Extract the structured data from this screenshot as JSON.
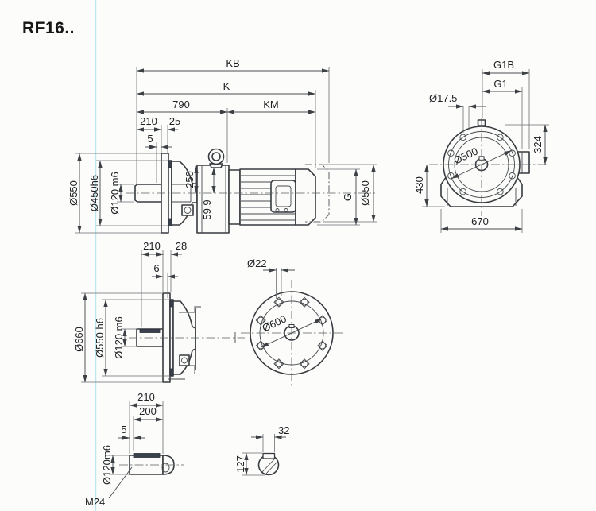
{
  "title": "RF16..",
  "colors": {
    "line": "#383b40",
    "dimension": "#4a4d52",
    "text": "#1d1f23",
    "accent_dark": "#39404e",
    "scan_line": "#8fd6e6",
    "background": "#fcfcfa"
  },
  "views": {
    "main": {
      "dims": {
        "kb": "KB",
        "k": "K",
        "len790": "790",
        "km": "KM",
        "len210": "210",
        "len25": "25",
        "len5": "5",
        "dia550L": "Ø550",
        "dia450": "Ø450h6",
        "dia120": "Ø120 m6",
        "len250": "250",
        "len59_9": "59.9",
        "g": "G",
        "dia550R": "Ø550"
      }
    },
    "rear": {
      "dims": {
        "g1b": "G1B",
        "g1": "G1",
        "dia17_5": "Ø17.5",
        "len324": "324",
        "len430": "430",
        "len670": "670",
        "dia500": "Ø500"
      }
    },
    "flange": {
      "dims": {
        "len210": "210",
        "len28": "28",
        "len6": "6",
        "dia660": "Ø660",
        "dia550": "Ø550 h6",
        "dia120": "Ø120 m6"
      }
    },
    "bolt_circle": {
      "dims": {
        "dia22": "Ø22",
        "dia600": "Ø600"
      }
    },
    "shaft": {
      "dims": {
        "len210": "210",
        "len200": "200",
        "len5": "5",
        "dia120": "Ø120m6",
        "thread": "M24"
      }
    },
    "section": {
      "dims": {
        "len32": "32",
        "len127": "127"
      }
    }
  }
}
